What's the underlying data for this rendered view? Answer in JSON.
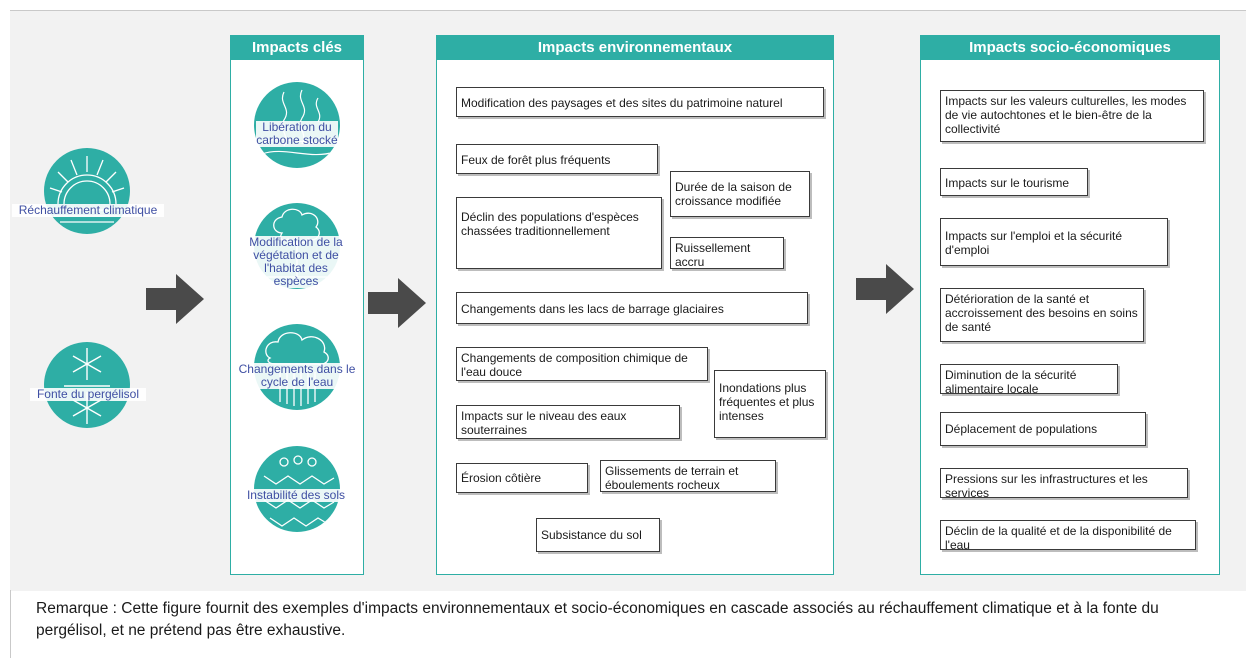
{
  "drivers": [
    {
      "label": "Réchauffement climatique",
      "icon": "sun-icon"
    },
    {
      "label": "Fonte du pergélisol",
      "icon": "snowflake-icon"
    }
  ],
  "key_impacts": {
    "title": "Impacts clés",
    "items": [
      {
        "label": "Libération du carbone stocké",
        "icon": "carbon-icon"
      },
      {
        "label": "Modification de la végétation et de l'habitat des espèces",
        "icon": "tree-icon"
      },
      {
        "label": "Changements dans le cycle de l'eau",
        "icon": "rain-cloud-icon"
      },
      {
        "label": "Instabilité des sols",
        "icon": "soil-icon"
      }
    ]
  },
  "env_impacts": {
    "title": "Impacts environnementaux",
    "items": [
      "Modification des paysages et des sites du patrimoine naturel",
      "Feux de forêt plus fréquents",
      "Durée de la saison de croissance modifiée",
      "Déclin des populations d'espèces chassées traditionnellement",
      "Ruissellement accru",
      "Changements dans les lacs de barrage glaciaires",
      "Changements de composition chimique de l'eau douce",
      "Inondations plus fréquentes et plus intenses",
      "Impacts sur le niveau des eaux souterraines",
      "Érosion côtière",
      "Glissements de terrain et éboulements rocheux",
      "Subsistance du sol"
    ]
  },
  "socio_impacts": {
    "title": "Impacts socio-économiques",
    "items": [
      "Impacts sur les valeurs culturelles, les modes de vie autochtones et le bien-être de la collectivité",
      "Impacts sur le tourisme",
      "Impacts sur l'emploi et la sécurité d'emploi",
      "Détérioration de la santé et accroissement des besoins en soins de santé",
      "Diminution de la sécurité alimentaire locale",
      "Déplacement de populations",
      "Pressions sur les infrastructures et les services",
      "Déclin de la qualité et de la disponibilité de l'eau"
    ]
  },
  "note": "Remarque : Cette figure fournit des exemples d'impacts environnementaux et socio-économiques en cascade associés au réchauffement climatique et à la fonte du pergélisol, et ne prétend pas être exhaustive.",
  "colors": {
    "teal": "#2eaea5",
    "label_blue": "#3f4fa3",
    "arrow": "#4a4a4a"
  }
}
